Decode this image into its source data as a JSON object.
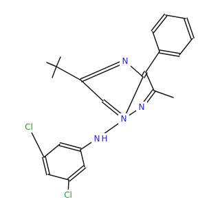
{
  "colors": {
    "bond": "#1a1a1a",
    "N": "#2323e6",
    "Cl": "#1f9e1f",
    "C": "#1a1a1a"
  },
  "atoms": [
    {
      "id": "N4",
      "element": "N",
      "label": "N"
    },
    {
      "id": "N1",
      "element": "N",
      "label": "N"
    },
    {
      "id": "N2",
      "element": "N",
      "label": "N"
    },
    {
      "id": "NH",
      "element": "N",
      "label": "N",
      "sub": "H"
    },
    {
      "id": "Cl1",
      "element": "Cl",
      "label": "Cl"
    },
    {
      "id": "Cl2",
      "element": "Cl",
      "label": "Cl"
    }
  ]
}
